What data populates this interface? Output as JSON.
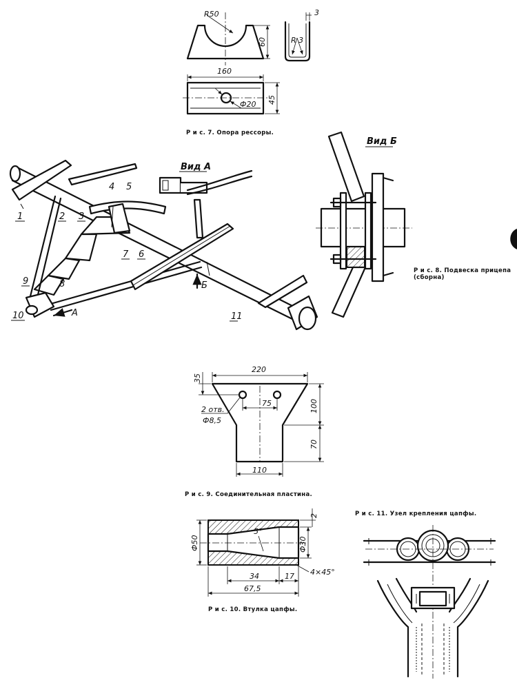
{
  "fig7": {
    "caption": "Р и с. 7. Опора рессоры.",
    "dim_r50": "R50",
    "dim_60": "60",
    "dim_3": "3",
    "dim_r3": "R 3",
    "dim_160": "160",
    "dim_45": "45",
    "dim_d20": "Ф20"
  },
  "assembly": {
    "view_a": "Вид А",
    "arrow_a": "А",
    "arrow_b": "Б",
    "parts": [
      "1",
      "2",
      "3",
      "4",
      "5",
      "7",
      "6",
      "8",
      "9",
      "10",
      "11"
    ]
  },
  "fig8": {
    "view_b": "Вид Б",
    "caption_line1": "Р и с. 8. Подвеска прицепа",
    "caption_line2": "(сборна)"
  },
  "fig9": {
    "caption": "Р и с. 9. Соединительная пластина.",
    "dim_220": "220",
    "dim_35": "35",
    "dim_75": "75",
    "dim_100": "100",
    "dim_70": "70",
    "dim_110": "110",
    "holes_line1": "2 отв.",
    "holes_line2": "Ф8,5"
  },
  "fig10": {
    "caption": "Р и с. 10. Втулка цапфы.",
    "dim_d50": "Ф50",
    "dim_d30": "Ф30",
    "dim_5deg": "5°",
    "dim_2": "2",
    "dim_34": "34",
    "dim_17": "17",
    "dim_675": "67,5",
    "dim_chamfer": "4×45°"
  },
  "fig11": {
    "caption": "Р и с. 11. Узел крепления цапфы."
  }
}
